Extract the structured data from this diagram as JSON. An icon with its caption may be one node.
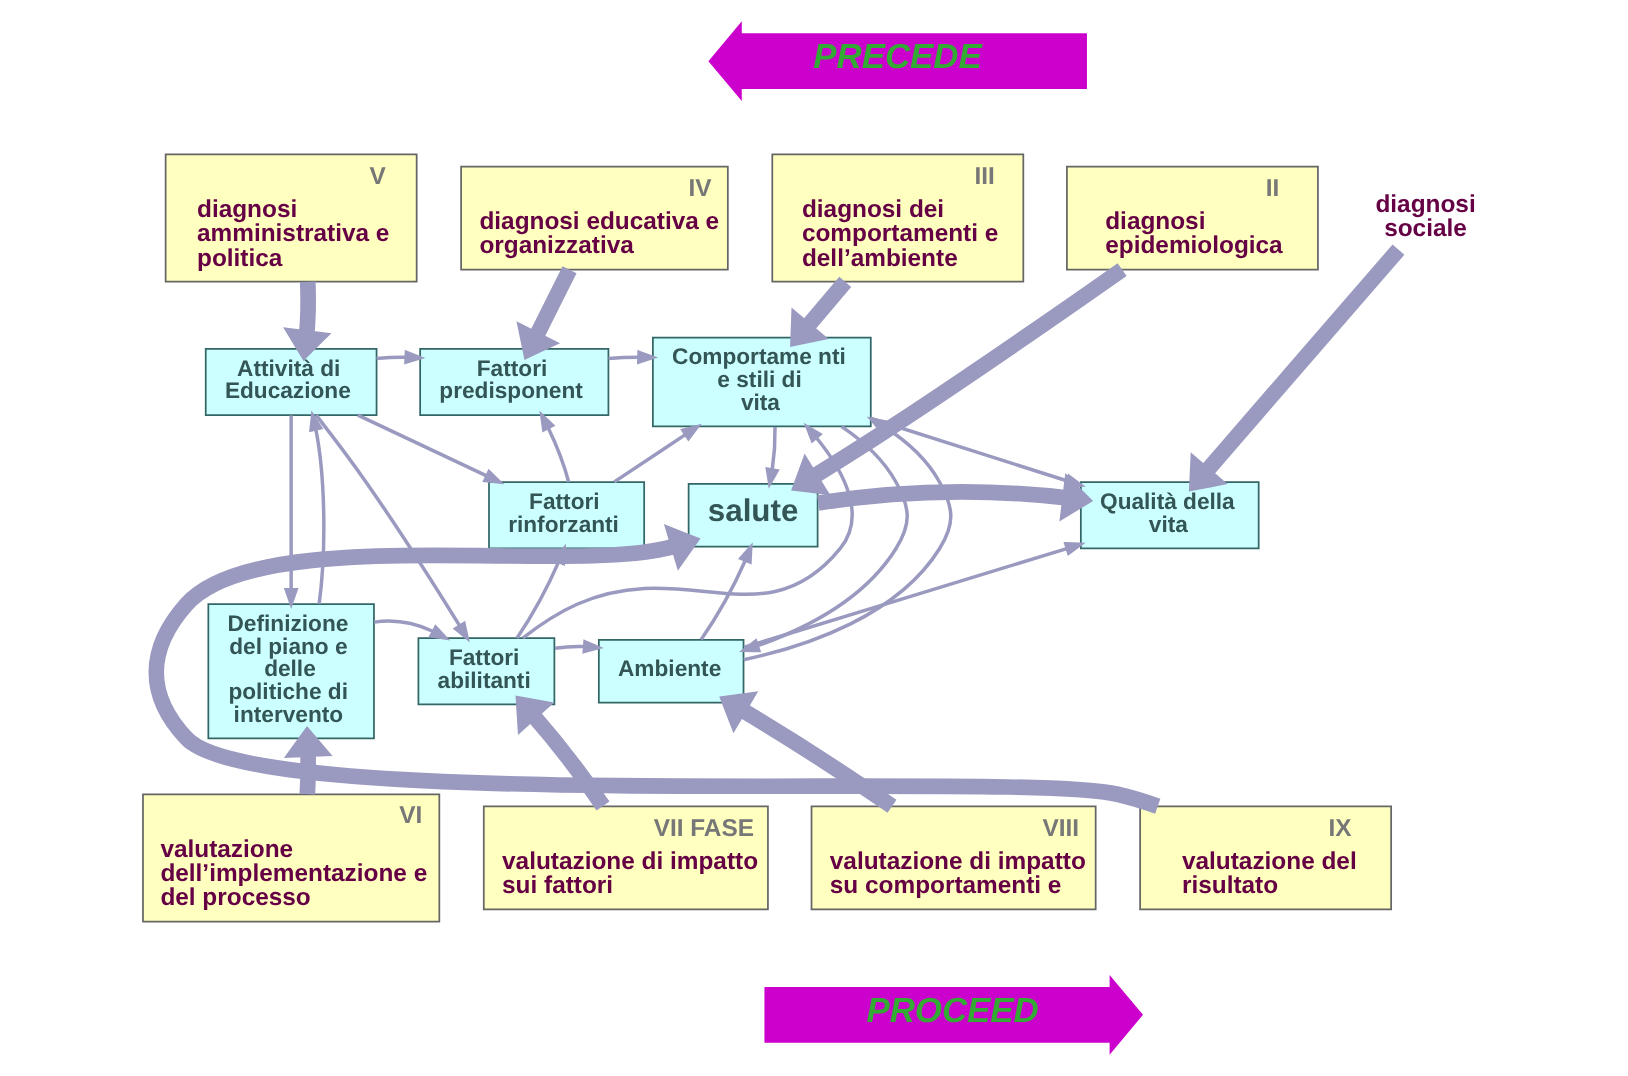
{
  "diagram": {
    "nodes": [
      {
        "text": [
          "V",
          "diagnosi amministrativa e politica"
        ]
      },
      {
        "text": [
          "IV",
          "diagnosi educativa e organizzativa"
        ]
      },
      {
        "text": [
          "III",
          "diagnosi dei comportamenti e dell’ambiente"
        ]
      },
      {
        "text": [
          "II",
          "diagnosi epidemiologica"
        ]
      },
      {
        "text": [
          "diagnosi sociale"
        ]
      },
      {
        "text": [
          "Attività di Educazione"
        ]
      },
      {
        "text": [
          "Fattori predisponent"
        ]
      },
      {
        "text": [
          "Fattori rinforzanti"
        ]
      },
      {
        "text": [
          "Comportame nti e stili di vita"
        ]
      },
      {
        "text": [
          "salute"
        ]
      },
      {
        "text": [
          "Qualità della vita"
        ]
      },
      {
        "text": [
          "Definizione del piano e delle politiche di intervento"
        ]
      },
      {
        "text": [
          "Fattori abilitanti"
        ]
      },
      {
        "text": [
          "Ambiente"
        ]
      },
      {
        "text": [
          "VI",
          "valutazione dell’implementazione e del processo"
        ]
      },
      {
        "text": [
          "VII FASE",
          "valutazione di impatto sui fattori"
        ]
      },
      {
        "text": [
          "VIII",
          "valutazione di impatto su comportamenti e"
        ]
      },
      {
        "text": [
          "IX",
          "valutazione del risultato"
        ]
      },
      {
        "text": [
          "PRECEDE"
        ]
      },
      {
        "text": [
          "PROCEED"
        ]
      }
    ],
    "edges": [
      {
        "from": 0,
        "to": 5,
        "arrow": "to",
        "style": "thick"
      },
      {
        "from": 1,
        "to": 6,
        "arrow": "to",
        "style": "thick"
      },
      {
        "from": 2,
        "to": 8,
        "arrow": "to",
        "style": "thick"
      },
      {
        "from": 3,
        "to": 9,
        "arrow": "to",
        "style": "thick"
      },
      {
        "from": 4,
        "to": 10,
        "arrow": "to",
        "style": "thick"
      },
      {
        "from": 5,
        "to": 6,
        "arrow": "to"
      },
      {
        "from": 5,
        "to": 7,
        "arrow": "to"
      },
      {
        "from": 5,
        "to": 12,
        "arrow": "to"
      },
      {
        "from": 5,
        "to": 11,
        "arrow": "to"
      },
      {
        "from": 11,
        "to": 5,
        "arrow": "to"
      },
      {
        "from": 11,
        "to": 12,
        "arrow": "to"
      },
      {
        "from": 7,
        "to": 6,
        "arrow": "to"
      },
      {
        "from": 12,
        "to": 7,
        "arrow": "to"
      },
      {
        "from": 6,
        "to": 8,
        "arrow": "to"
      },
      {
        "from": 7,
        "to": 8,
        "arrow": "to"
      },
      {
        "from": 12,
        "to": 8,
        "arrow": "to"
      },
      {
        "from": 12,
        "to": 13,
        "arrow": "to"
      },
      {
        "from": 8,
        "to": 13,
        "arrow": "to"
      },
      {
        "from": 13,
        "to": 8,
        "arrow": "to"
      },
      {
        "from": 8,
        "to": 9,
        "arrow": "to"
      },
      {
        "from": 8,
        "to": 10,
        "arrow": "to"
      },
      {
        "from": 13,
        "to": 9,
        "arrow": "to"
      },
      {
        "from": 13,
        "to": 10,
        "arrow": "to"
      },
      {
        "from": 9,
        "to": 10,
        "arrow": "to",
        "style": "thick"
      },
      {
        "from": 14,
        "to": 11,
        "arrow": "to",
        "style": "thick"
      },
      {
        "from": 15,
        "to": 12,
        "arrow": "to",
        "style": "thick"
      },
      {
        "from": 16,
        "to": 13,
        "arrow": "to",
        "style": "thick"
      },
      {
        "from": 17,
        "to": 9,
        "arrow": "to",
        "style": "thick"
      }
    ]
  }
}
